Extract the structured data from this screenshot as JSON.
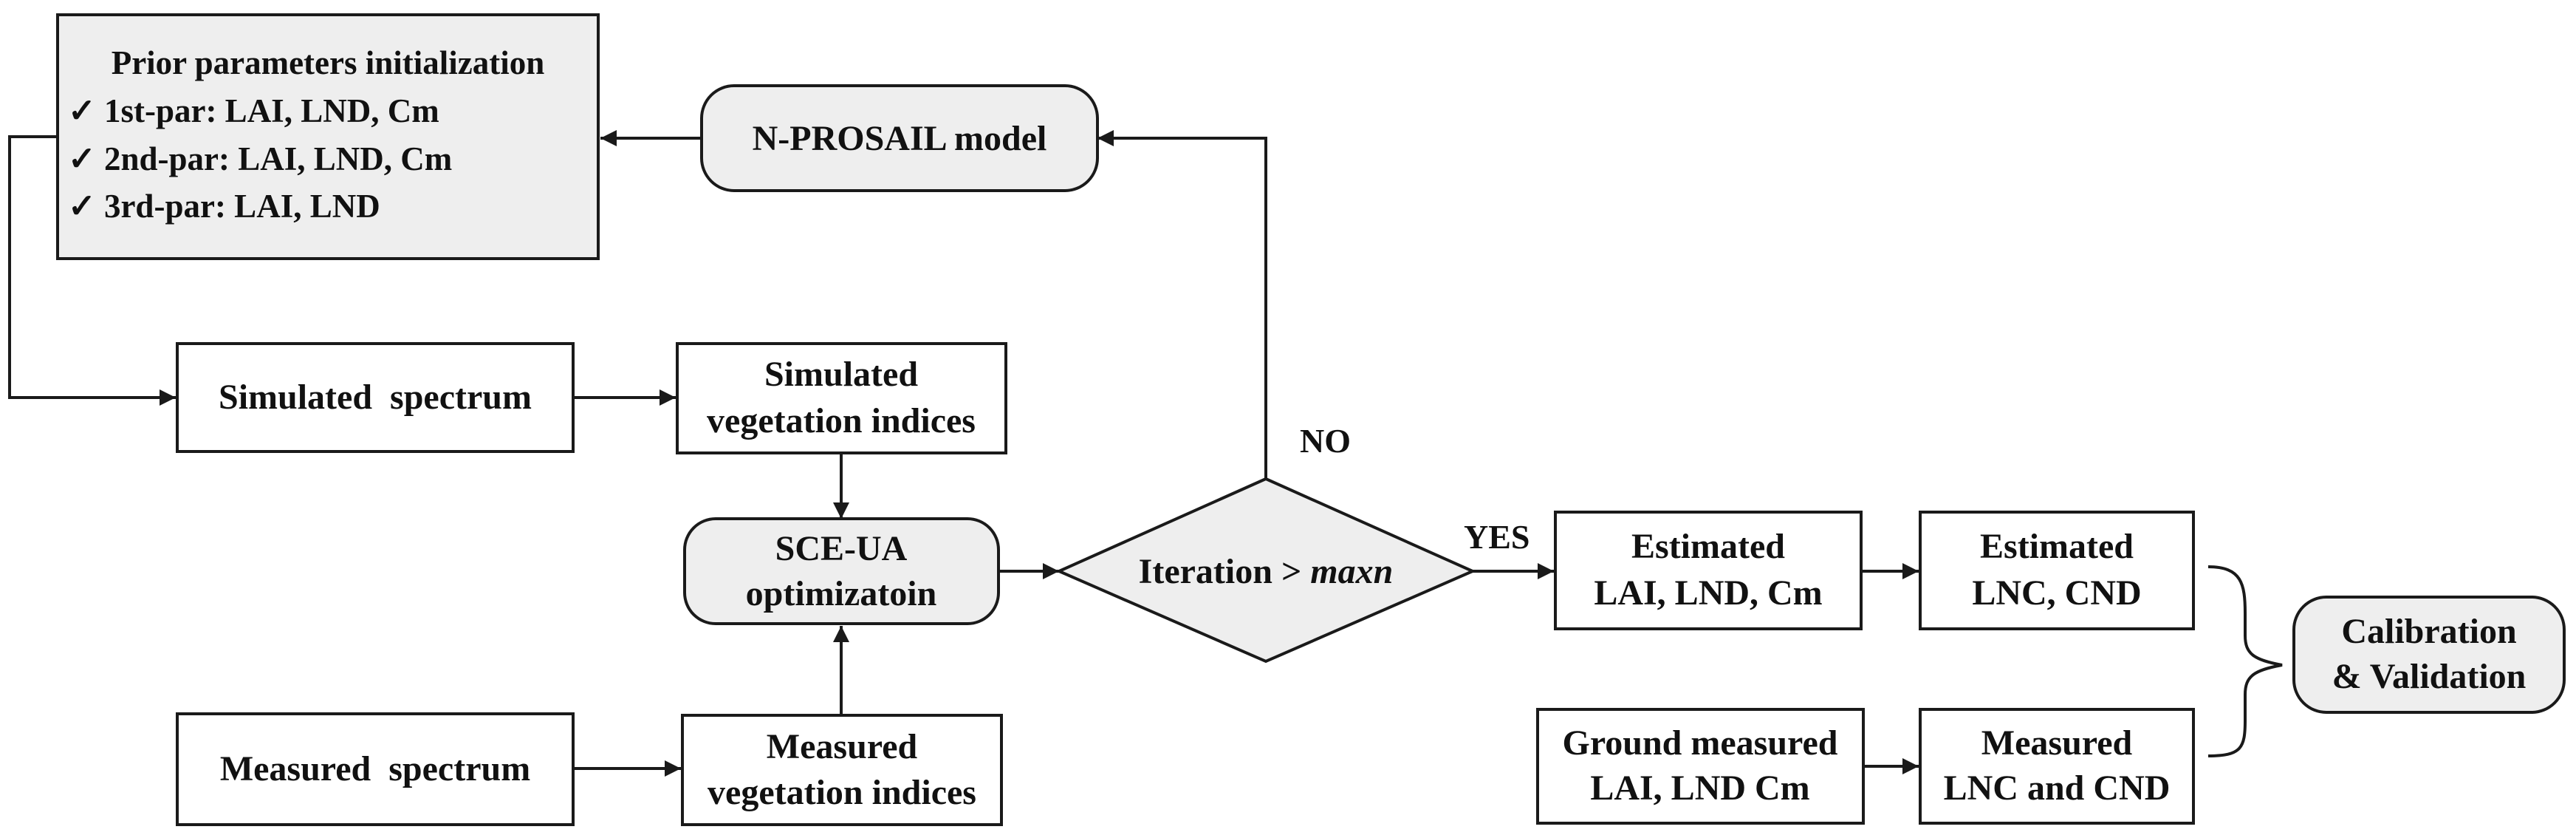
{
  "colors": {
    "box_fill": "#ffffff",
    "shaded_fill": "#eeeeee",
    "stroke": "#1a1a1a",
    "text": "#111111"
  },
  "nodes": {
    "prior_params": {
      "title": "Prior parameters initialization",
      "items": [
        "✓ 1st-par: LAI, LND, Cm",
        "✓ 2nd-par: LAI, LND, Cm",
        "✓ 3rd-par: LAI, LND"
      ]
    },
    "nprosail": {
      "label": "N-PROSAIL model"
    },
    "sim_spectrum": {
      "label": "Simulated  spectrum"
    },
    "sim_vi": {
      "line1": "Simulated",
      "line2": "vegetation indices"
    },
    "sceua": {
      "line1": "SCE-UA",
      "line2": "optimizatoin"
    },
    "iteration": {
      "prefix": "Iteration > ",
      "var": "maxn"
    },
    "meas_spectrum": {
      "label": "Measured  spectrum"
    },
    "meas_vi": {
      "line1": "Measured",
      "line2": "vegetation indices"
    },
    "est_lai": {
      "line1": "Estimated",
      "line2": "LAI, LND, Cm"
    },
    "est_lnc": {
      "line1": "Estimated",
      "line2": "LNC, CND"
    },
    "ground": {
      "line1": "Ground measured",
      "line2": "LAI, LND Cm"
    },
    "meas_lnc": {
      "line1": "Measured",
      "line2": "LNC and CND"
    },
    "calib": {
      "line1": "Calibration",
      "line2": "& Validation"
    }
  },
  "edges": {
    "no_label": "NO",
    "yes_label": "YES"
  }
}
